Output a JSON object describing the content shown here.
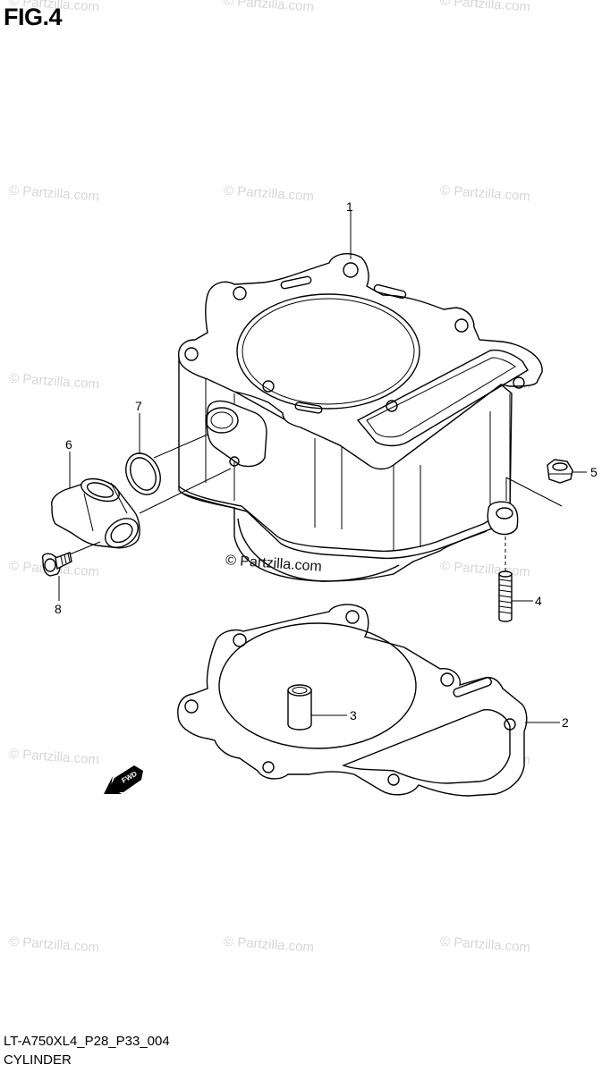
{
  "figure_title": "FIG.4",
  "footer": {
    "code": "LT-A750XL4_P28_P33_004",
    "name": "CYLINDER"
  },
  "watermark_text": "© Partzilla.com",
  "center_watermark_text": "© Partzilla.com",
  "fwd_label": "FWD",
  "callouts": [
    {
      "id": "c1",
      "label": "1"
    },
    {
      "id": "c2",
      "label": "2"
    },
    {
      "id": "c3",
      "label": "3"
    },
    {
      "id": "c4",
      "label": "4"
    },
    {
      "id": "c5",
      "label": "5"
    },
    {
      "id": "c6",
      "label": "6"
    },
    {
      "id": "c7",
      "label": "7"
    },
    {
      "id": "c8",
      "label": "8"
    }
  ]
}
